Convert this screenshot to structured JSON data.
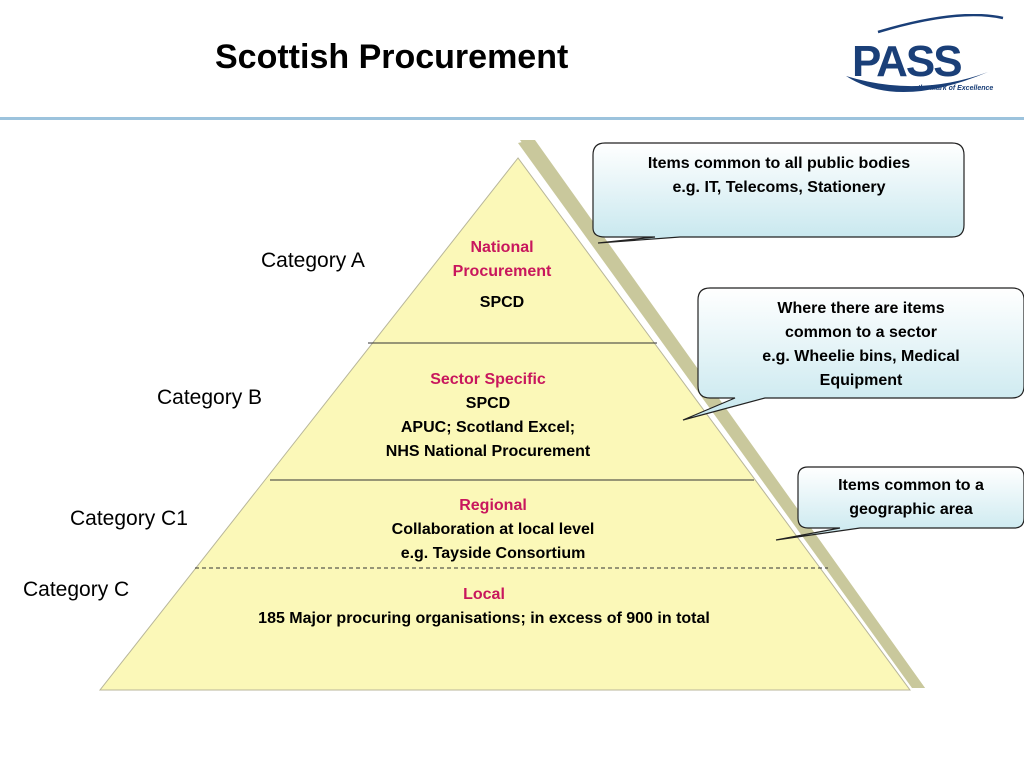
{
  "header": {
    "title": "Scottish Procurement",
    "logo_text": "PASS",
    "logo_tagline": "...the Mark of Excellence"
  },
  "categories": [
    {
      "label": "Category A"
    },
    {
      "label": "Category B"
    },
    {
      "label": "Category C1"
    },
    {
      "label": "Category C"
    }
  ],
  "tiers": [
    {
      "heading": "National Procurement",
      "lines": [
        "SPCD"
      ]
    },
    {
      "heading": "Sector Specific",
      "lines": [
        "SPCD",
        "APUC; Scotland Excel;",
        "NHS National Procurement"
      ]
    },
    {
      "heading": "Regional",
      "lines": [
        "Collaboration at local level",
        "e.g. Tayside Consortium"
      ]
    },
    {
      "heading": "Local",
      "lines": [
        "185 Major procuring organisations; in excess of 900 in total"
      ]
    }
  ],
  "callouts": [
    {
      "lines": [
        "Items common to all public bodies",
        "e.g. IT, Telecoms, Stationery"
      ]
    },
    {
      "lines": [
        "Where there are items",
        "common to a sector",
        "e.g. Wheelie bins, Medical",
        "Equipment"
      ]
    },
    {
      "lines": [
        "Items common to a",
        "geographic area"
      ]
    }
  ],
  "colors": {
    "pyramid_fill": "#fbf8b8",
    "pyramid_shadow": "#c9c89c",
    "heading_color": "#c8175d",
    "callout_top": "#ffffff",
    "callout_bottom": "#c6e7ee",
    "rule": "#9cc3dd",
    "logo_blue": "#1a3f78"
  }
}
